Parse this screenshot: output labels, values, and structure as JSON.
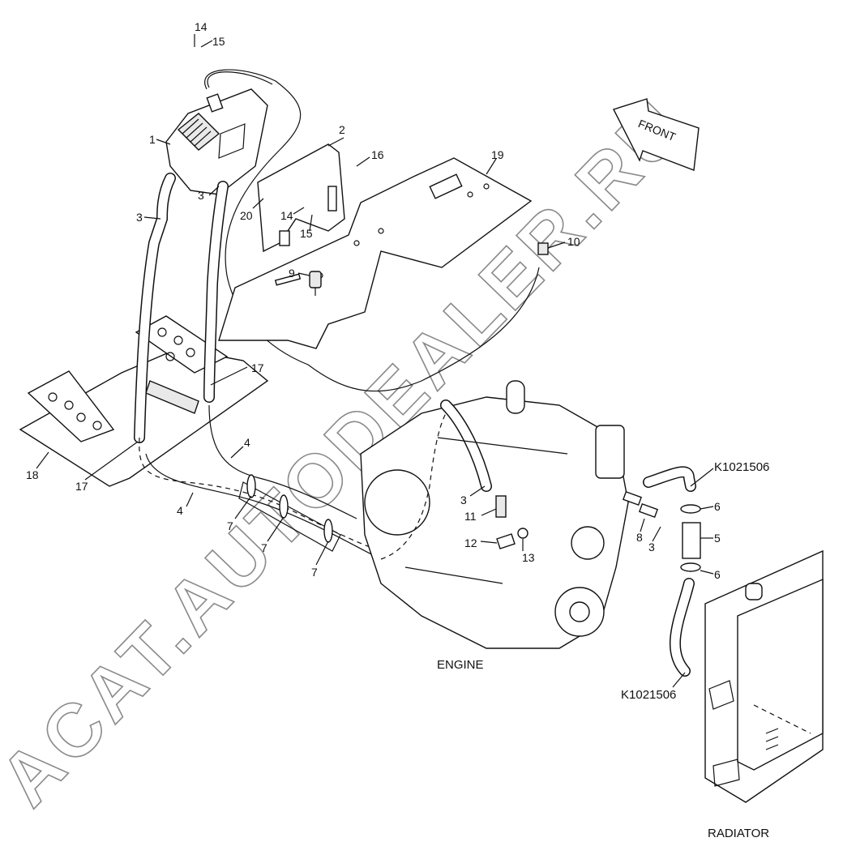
{
  "watermark": "ACAT.AUTODEALER.RU",
  "front_arrow": "FRONT",
  "labels": {
    "engine": "ENGINE",
    "radiator": "RADIATOR",
    "part_ref_top": "K1021506",
    "part_ref_bottom": "K1021506"
  },
  "callouts": {
    "c14a": "14",
    "c15a": "15",
    "c1": "1",
    "c2": "2",
    "c16": "16",
    "c19": "19",
    "c3a": "3",
    "c3b": "3",
    "c20": "20",
    "c14b": "14",
    "c15b": "15",
    "c10": "10",
    "c9": "9",
    "c17a": "17",
    "c18": "18",
    "c17b": "17",
    "c4a": "4",
    "c4b": "4",
    "c7a": "7",
    "c7b": "7",
    "c7c": "7",
    "c3c": "3",
    "c11": "11",
    "c12": "12",
    "c13": "13",
    "c8": "8",
    "c3d": "3",
    "c6a": "6",
    "c5": "5",
    "c6b": "6"
  }
}
